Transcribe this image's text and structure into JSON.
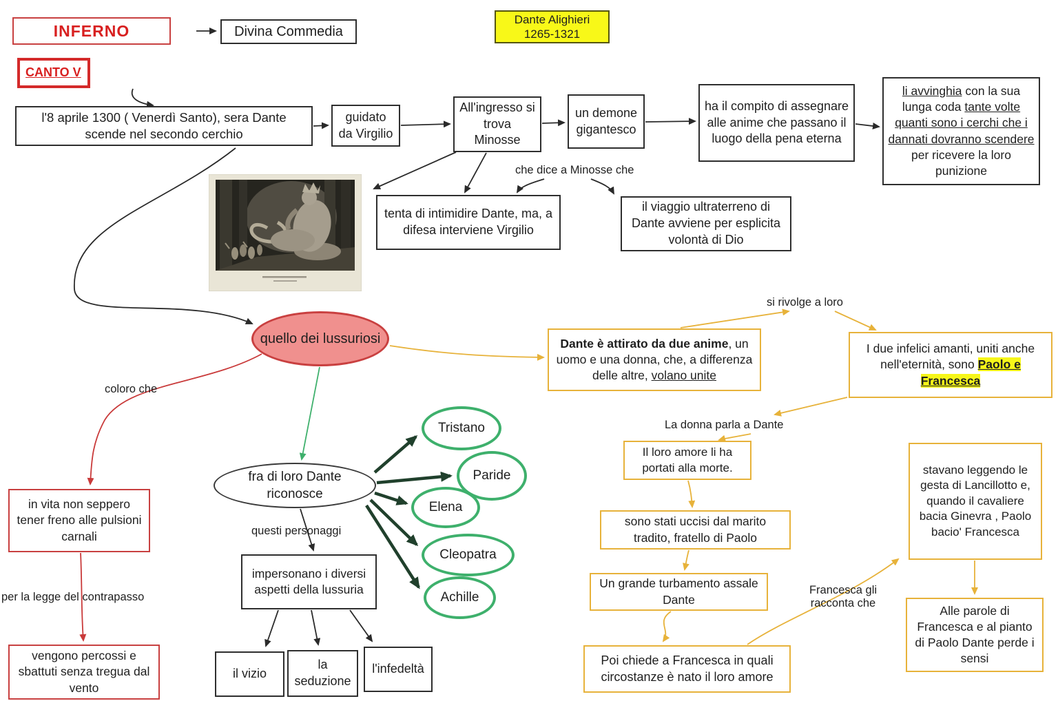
{
  "header": {
    "inferno": "INFERNO",
    "divina_commedia": "Divina Commedia",
    "author_line1": "Dante Alighieri",
    "author_line2": "1265-1321",
    "canto": "CANTO V"
  },
  "nodes": {
    "discesa": "l'8 aprile 1300 ( Venerdì Santo), sera Dante scende nel secondo cerchio",
    "guidato": "guidato da Virgilio",
    "minosse": "All'ingresso si trova Minosse",
    "demone": "un demone gigantesco",
    "compito": "ha il compito di assegnare alle anime che passano il luogo della pena eterna",
    "avvinghia_u1": "li avvinghia",
    "avvinghia_t1": " con la sua lunga coda ",
    "avvinghia_u2": "tante volte quanti sono i cerchi che i dannati dovranno scendere",
    "avvinghia_t2": " per ricevere la loro punizione",
    "tenta": "tenta di intimidire Dante, ma, a difesa interviene Virgilio",
    "viaggio": "il viaggio ultraterreno di Dante avviene per esplicita volontà di Dio",
    "lussuriosi": "quello dei lussuriosi",
    "attirato_bold": "Dante è attirato da due anime",
    "attirato_t1": ", un uomo e una donna, che, a differenza delle altre, ",
    "attirato_u": "volano unite",
    "infelici_t1": "I due infelici amanti, uniti anche nell'eternità, sono ",
    "infelici_hl": "Paolo e Francesca",
    "amore_morte": "Il loro amore li ha portati alla morte.",
    "uccisi": "sono stati uccisi dal marito tradito, fratello di Paolo",
    "turbamento": "Un grande turbamento assale Dante",
    "chiede": "Poi chiede a Francesca in quali circostanze è nato il loro amore",
    "lancillotto": "stavano leggendo le gesta di Lancillotto e, quando il cavaliere bacia Ginevra , Paolo bacio' Francesca",
    "svenimento": "Alle parole di Francesca e al pianto di Paolo Dante perde i sensi",
    "in_vita": "in vita non seppero tener freno alle pulsioni carnali",
    "vento": "vengono percossi e sbattuti senza tregua dal vento",
    "riconosce": "fra di loro Dante riconosce",
    "tristano": "Tristano",
    "paride": "Paride",
    "elena": "Elena",
    "cleopatra": "Cleopatra",
    "achille": "Achille",
    "impersonano": "impersonano i diversi aspetti della lussuria",
    "vizio": "il vizio",
    "seduzione": "la seduzione",
    "infedelta": "l'infedeltà"
  },
  "labels": {
    "che_dice": "che dice a Minosse che",
    "si_rivolge": "si rivolge a loro",
    "coloro_che": "coloro che",
    "la_donna": "La donna parla a Dante",
    "contrapasso": "per la legge del contrapasso",
    "questi": "questi personaggi",
    "francesca_racconta": "Francesca gli racconta che"
  },
  "image": {
    "name": "minosse-engraving"
  },
  "colors": {
    "red": "#c84040",
    "red_title": "#d82020",
    "gold": "#e7b23a",
    "green": "#3eb06c",
    "dark_arrow": "#20402c",
    "pink_fill": "#f0908e",
    "yellow_bg": "#f8f818",
    "highlight": "#f6f619",
    "black_line": "#2a2a2a"
  }
}
